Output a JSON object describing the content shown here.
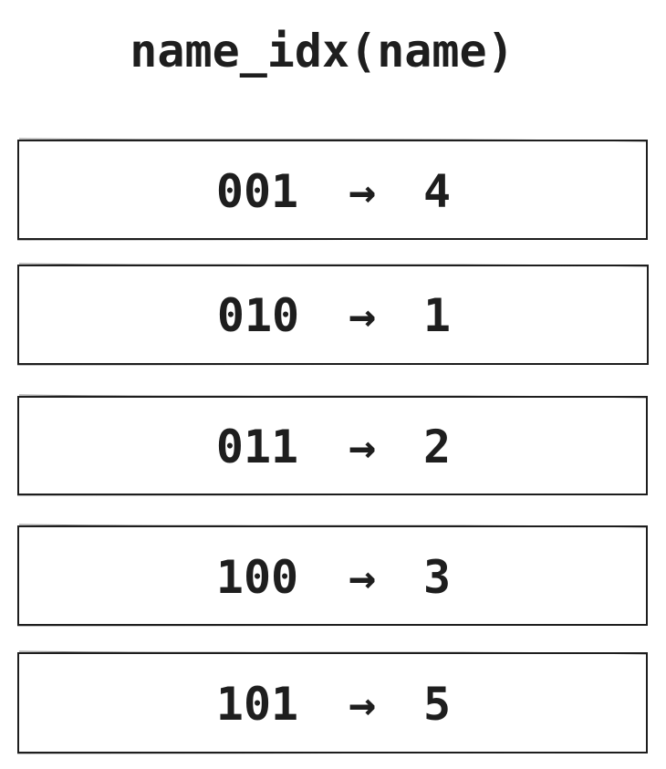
{
  "title": "name_idx(name)",
  "entries": [
    {
      "key": "001",
      "arrow": "→",
      "value": "4"
    },
    {
      "key": "010",
      "arrow": "→",
      "value": "1"
    },
    {
      "key": "011",
      "arrow": "→",
      "value": "2"
    },
    {
      "key": "100",
      "arrow": "→",
      "value": "3"
    },
    {
      "key": "101",
      "arrow": "→",
      "value": "5"
    }
  ],
  "colors": {
    "stroke": "#1e1e1e",
    "background": "#ffffff"
  }
}
